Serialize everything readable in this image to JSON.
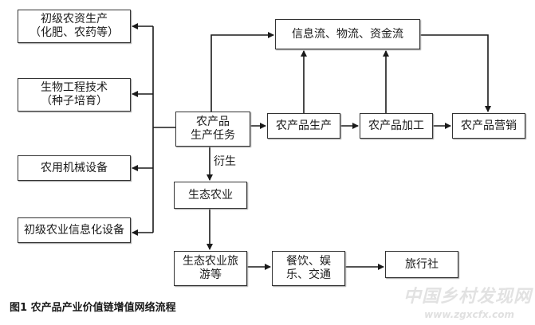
{
  "nodes": {
    "agri_input": [
      "初级农资生产",
      "（化肥、农药等）"
    ],
    "biotech": [
      "生物工程技术",
      "（种子培育）"
    ],
    "machinery": [
      "农用机械设备"
    ],
    "info_equipment": [
      "初级农业信息化设备"
    ],
    "task": [
      "农产品",
      "生产任务"
    ],
    "flows": [
      "信息流、物流、资金流"
    ],
    "production": [
      "农产品生产"
    ],
    "processing": [
      "农产品加工"
    ],
    "marketing": [
      "农产品营销"
    ],
    "eco_agri": [
      "生态农业"
    ],
    "eco_tourism": [
      "生态农业旅",
      "游等"
    ],
    "dining": [
      "餐饮、娱",
      "乐、交通"
    ],
    "travel": [
      "旅行社"
    ]
  },
  "edge_labels": {
    "derive": "衍生"
  },
  "caption": "图1 农产品产业价值链增值网络流程",
  "watermark": {
    "text": "中国乡村发现网",
    "url": "www.zgxcfx.com"
  },
  "colors": {
    "line": "#1a1a1a",
    "border": "#333333",
    "shadow": "#9a9a9a",
    "watermark": "#e2e2e2"
  }
}
